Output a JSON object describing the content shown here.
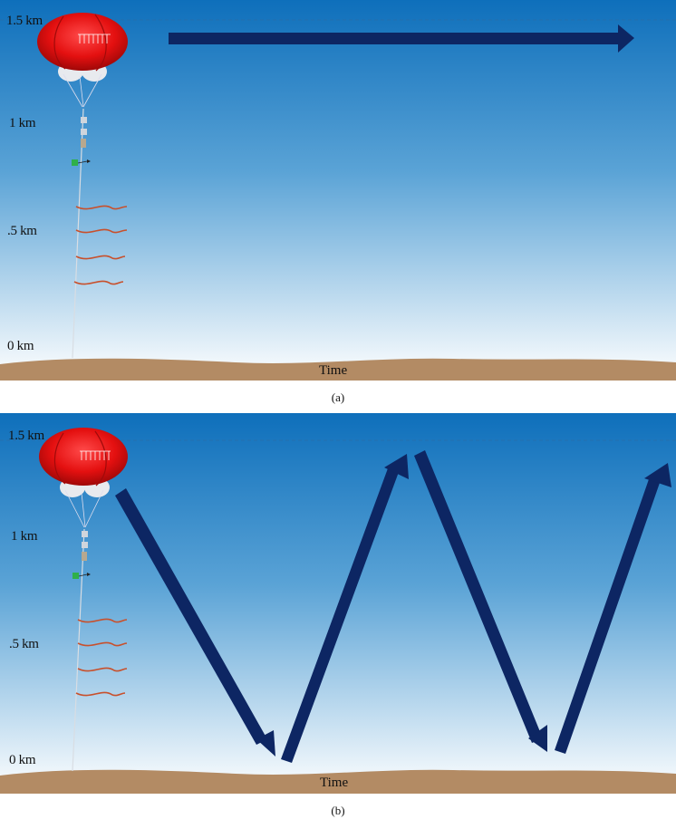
{
  "panels": [
    {
      "id": "a",
      "caption": "(a)",
      "altitude_labels": [
        "1.5 km",
        "1 km",
        ".5 km",
        "0 km"
      ],
      "time_label": "Time",
      "profile": "constant-altitude"
    },
    {
      "id": "b",
      "caption": "(b)",
      "altitude_labels": [
        "1.5 km",
        "1 km",
        ".5 km",
        "0 km"
      ],
      "time_label": "Time",
      "profile": "vertical-profiling"
    }
  ],
  "colors": {
    "sky_top": "#0e6fbb",
    "sky_bottom": "#ffffff",
    "ground": "#b38b64",
    "arrow": "#0d2663",
    "balloon": "#e41010",
    "windsock": "#c8502c"
  },
  "icons": [
    "balloon-icon",
    "tether-icon",
    "sensor-package-icon",
    "windsock-icon",
    "arrow-icon"
  ]
}
